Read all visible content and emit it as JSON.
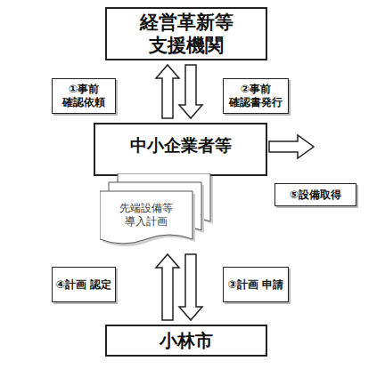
{
  "diagram": {
    "nodes": [
      {
        "text": [
          "経営革新等 支援機関"
        ]
      },
      {
        "text": [
          "①事前 確認依頼"
        ]
      },
      {
        "text": [
          "②事前 確認書発行"
        ]
      },
      {
        "text": [
          "中小企業者等"
        ]
      },
      {
        "text": [
          "⑤設備取得"
        ]
      },
      {
        "text": [
          "先端設備等 導入計画"
        ]
      },
      {
        "text": [
          "④計画 認定"
        ]
      },
      {
        "text": [
          "③計画 申請"
        ]
      },
      {
        "text": [
          "小林市"
        ]
      }
    ],
    "edges": [
      {
        "from": 3,
        "to": 0,
        "arrow": "to"
      },
      {
        "from": 0,
        "to": 3,
        "arrow": "to"
      },
      {
        "from": 3,
        "to": 8,
        "arrow": "to"
      },
      {
        "from": 8,
        "to": 3,
        "arrow": "to"
      }
    ]
  }
}
